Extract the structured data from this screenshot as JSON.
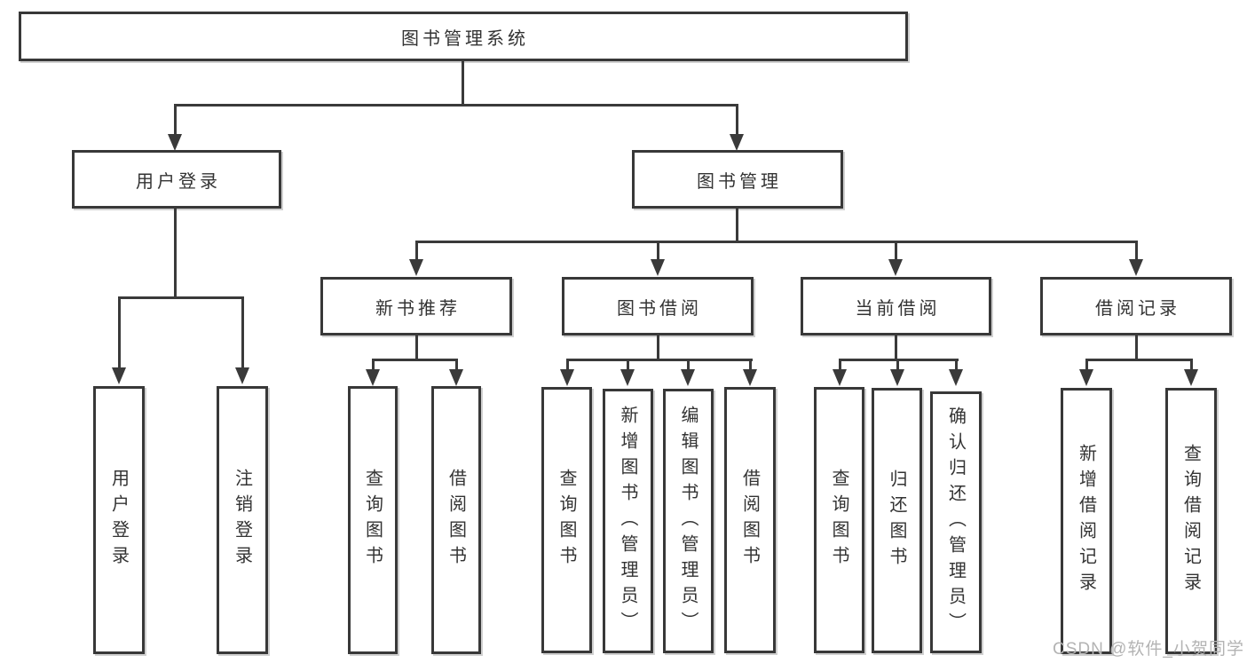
{
  "tree": {
    "root": {
      "label": "图书管理系统"
    },
    "level2": [
      {
        "label": "用户登录",
        "children": [
          {
            "label": "用户登录"
          },
          {
            "label": "注销登录"
          }
        ]
      },
      {
        "label": "图书管理",
        "subgroups": [
          {
            "label": "新书推荐",
            "children": [
              {
                "label": "查询图书"
              },
              {
                "label": "借阅图书"
              }
            ]
          },
          {
            "label": "图书借阅",
            "children": [
              {
                "label": "查询图书"
              },
              {
                "label": "新增图书（管理员）"
              },
              {
                "label": "编辑图书（管理员）"
              },
              {
                "label": "借阅图书"
              }
            ]
          },
          {
            "label": "当前借阅",
            "children": [
              {
                "label": "查询图书"
              },
              {
                "label": "归还图书"
              },
              {
                "label": "确认归还（管理员）"
              }
            ]
          },
          {
            "label": "借阅记录",
            "children": [
              {
                "label": "新增借阅记录"
              },
              {
                "label": "查询借阅记录"
              }
            ]
          }
        ]
      }
    ]
  },
  "watermark": {
    "text": "CSDN @软件_小贺同学"
  },
  "colors": {
    "line": "#3a3a3a",
    "box_border": "#383838",
    "box_background": "#ffffff",
    "text": "#333333",
    "watermark": "#b3b3b3",
    "background": "#ffffff"
  }
}
